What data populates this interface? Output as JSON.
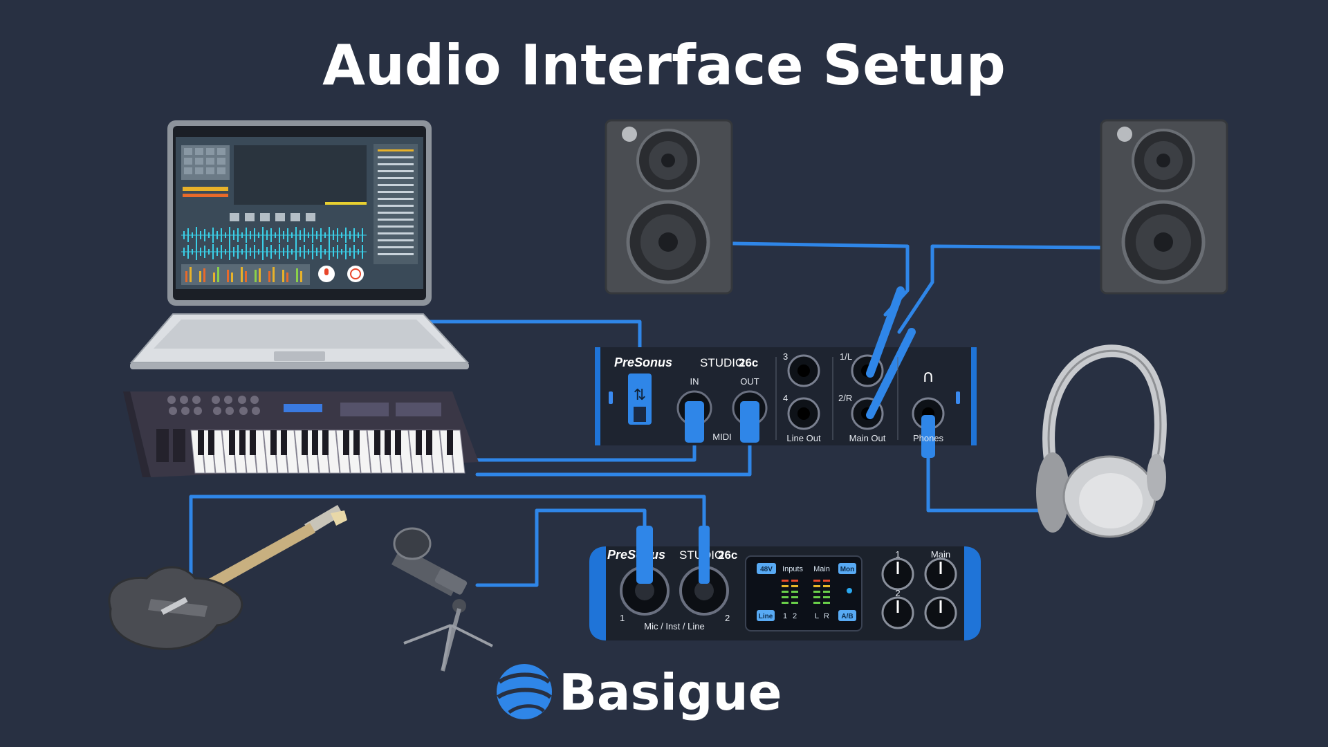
{
  "title": "Audio Interface Setup",
  "brand": {
    "name": "Basigue"
  },
  "interface_top": {
    "brand": "PreSonus",
    "model_prefix": "STUDIO",
    "model_number": "26c",
    "labels": {
      "midi_in": "IN",
      "midi_out": "OUT",
      "midi": "MIDI",
      "line3": "3",
      "line4": "4",
      "line_out": "Line Out",
      "main_1": "1/L",
      "main_2": "2/R",
      "main_out": "Main Out",
      "phones": "Phones"
    }
  },
  "interface_bottom": {
    "brand": "PreSonus",
    "model_prefix": "STUDIO",
    "model_number": "26c",
    "input_label": "Mic / Inst / Line",
    "input_1": "1",
    "input_2": "2",
    "lcd": {
      "phantom": "48V",
      "inputs": "Inputs",
      "main": "Main",
      "mon": "Mon",
      "line": "Line",
      "ab": "A/B",
      "ch1": "1",
      "ch2": "2",
      "l": "L",
      "r": "R"
    },
    "knobs": {
      "k1_top": "1",
      "k2_top": "2",
      "main_top": "Main"
    }
  },
  "colors": {
    "background": "#283042",
    "cable": "#2f86e8",
    "accent_blue": "#1f74d8"
  }
}
